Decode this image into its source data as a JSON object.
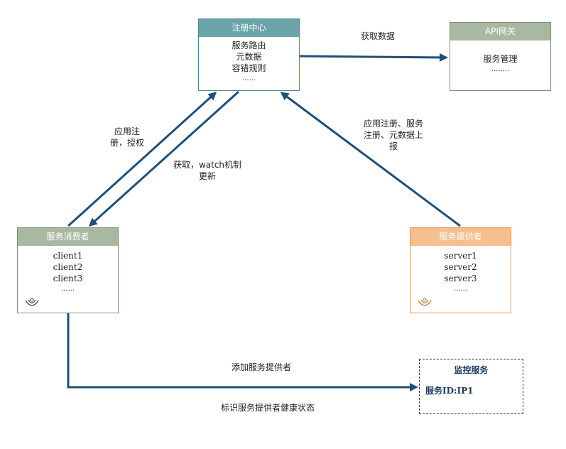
{
  "colors": {
    "registry_head": "#6aa3a8",
    "registry_border": "#4a8a92",
    "gateway_head": "#a9b8a0",
    "gateway_border": "#7e8f76",
    "consumer_head": "#a9b8a0",
    "consumer_border": "#7e8f76",
    "provider_head": "#f5bf8e",
    "provider_border": "#d9955a",
    "arrow": "#1f4e79"
  },
  "registry": {
    "title": "注册中心",
    "items": [
      "服务路由",
      "元数据",
      "容错规则"
    ],
    "more": "......"
  },
  "gateway": {
    "title": "API网关",
    "items": [
      "服务管理"
    ],
    "more": "........"
  },
  "consumer": {
    "title": "服务消费者",
    "items": [
      "client1",
      "client2",
      "client3"
    ],
    "more": "......",
    "icon": "person-icon"
  },
  "provider": {
    "title": "服务提供者",
    "items": [
      "server1",
      "server2",
      "server3"
    ],
    "more": "......",
    "icon": "person-icon"
  },
  "monitor": {
    "title": "监控服务",
    "line": "服务ID:IP1"
  },
  "edges": {
    "fetch_data": "获取数据",
    "app_register_line1": "应用注",
    "app_register_line2": "册，授权",
    "fetch_watch_line1": "获取，watch机制",
    "fetch_watch_line2": "更新",
    "provider_report_line1": "应用注册、服务",
    "provider_report_line2": "注册、元数据上",
    "provider_report_line3": "报",
    "add_provider": "添加服务提供者",
    "mark_health": "标识服务提供者健康状态"
  }
}
